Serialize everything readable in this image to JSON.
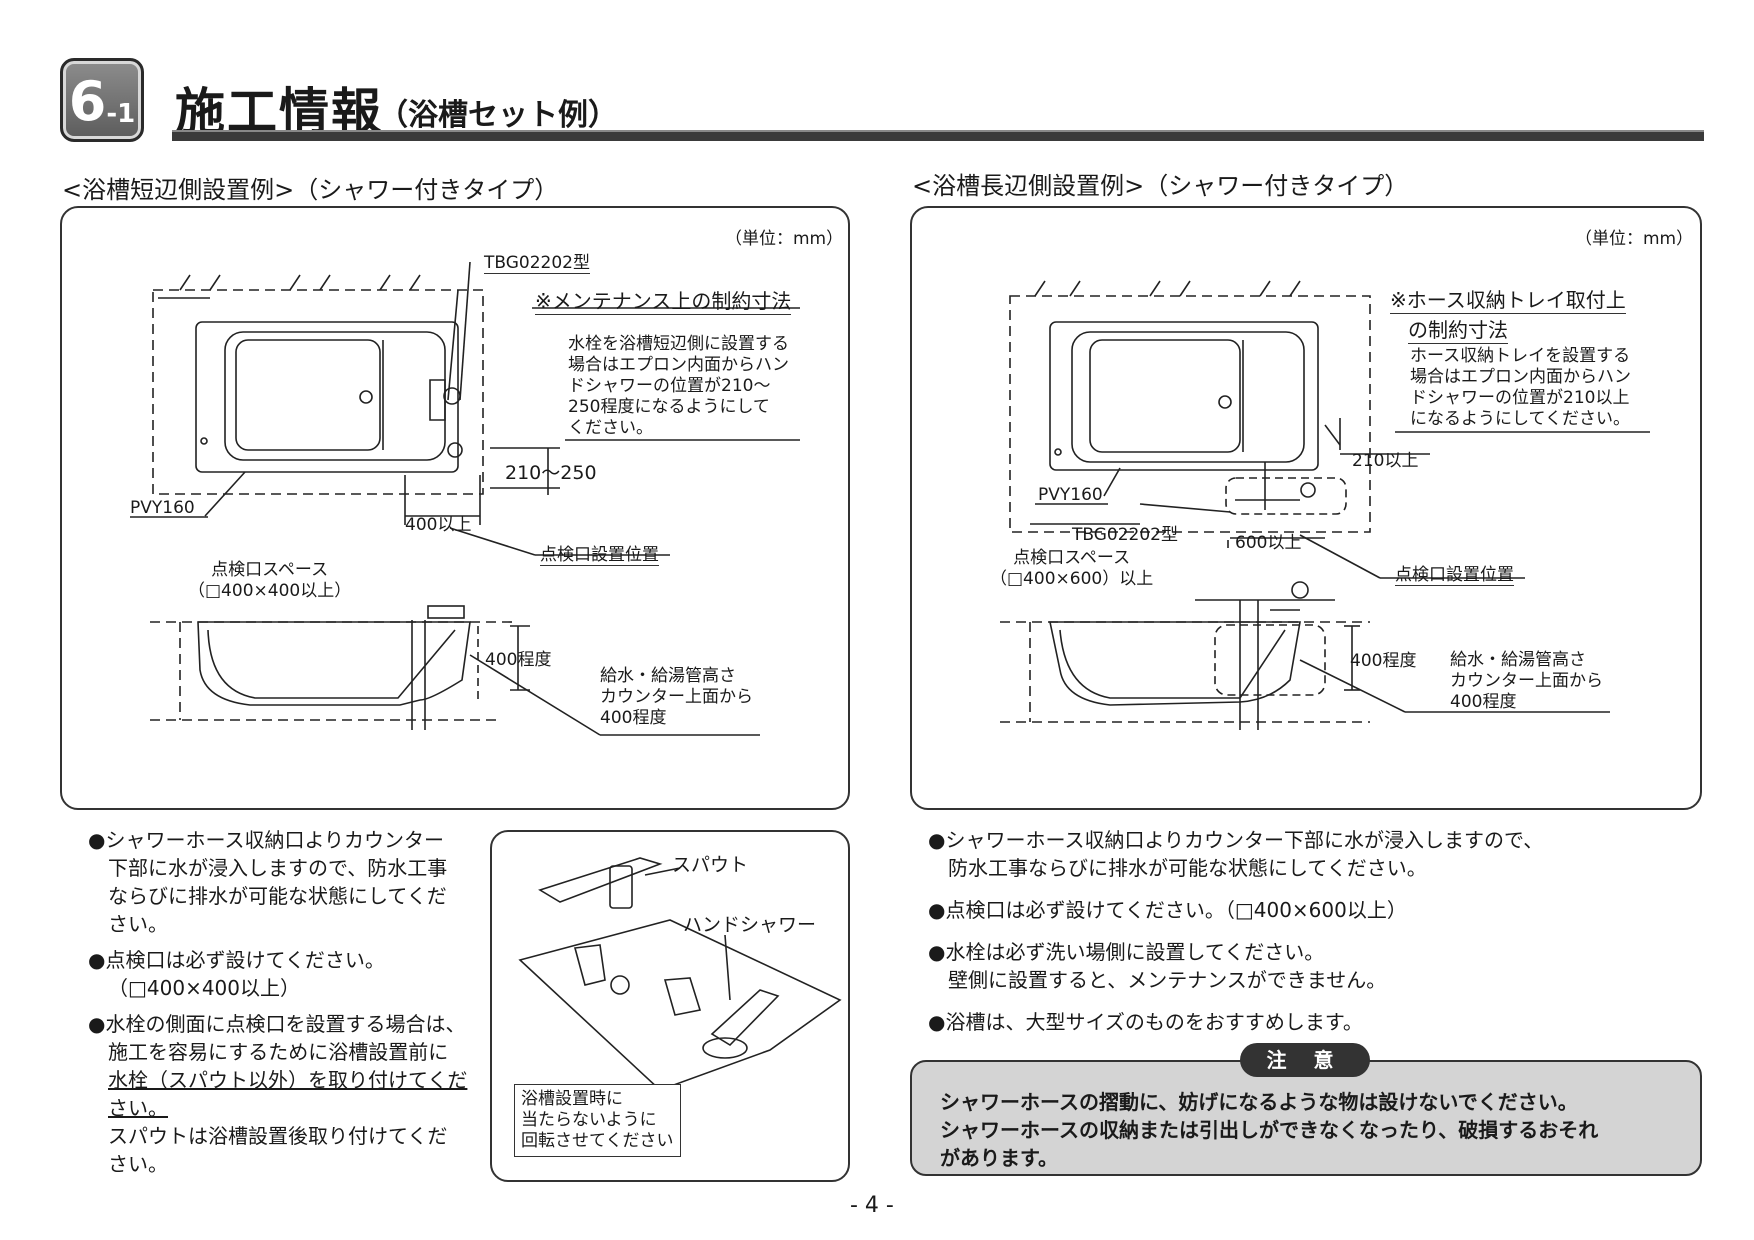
{
  "header": {
    "badge_num": "6",
    "badge_sub": "-1",
    "title": "施工情報",
    "subtitle": "（浴槽セット例）"
  },
  "left": {
    "heading": "<浴槽短辺側設置例>（シャワー付きタイプ）",
    "unit": "（単位：mm）",
    "model": "TBG02202型",
    "maint_title": "※メンテナンス上の制約寸法",
    "maint_note": [
      "水栓を浴槽短辺側に設置する",
      "場合はエプロン内面からハン",
      "ドシャワーの位置が210～",
      "250程度になるようにして",
      "ください。"
    ],
    "dim_210_250": "210～250",
    "tub_model": "PVY160",
    "dim_400": "400以上",
    "inspection_pos": "点検口設置位置",
    "inspection_space": [
      "点検口スペース",
      "（□400×400以上）"
    ],
    "height_400": "400程度",
    "pipe_note": [
      "給水・給湯管高さ",
      "カウンター上面から",
      "400程度"
    ],
    "bullets": [
      {
        "lines": [
          "シャワーホース収納口よりカウンター",
          "下部に水が浸入しますので、防水工事",
          "ならびに排水が可能な状態にしてくだ",
          "さい。"
        ]
      },
      {
        "lines": [
          "点検口は必ず設けてください。",
          "（□400×400以上）"
        ]
      },
      {
        "lines": [
          "水栓の側面に点検口を設置する場合は、",
          "施工を容易にするために浴槽設置前に",
          "水栓（スパウト以外）を取り付けてくだ",
          "さい。",
          "スパウトは浴槽設置後取り付けてくだ",
          "さい。"
        ]
      }
    ]
  },
  "inset": {
    "spout": "スパウト",
    "hand_shower": "ハンドシャワー",
    "rotate_note": [
      "浴槽設置時に",
      "当たらないように",
      "回転させてください"
    ]
  },
  "right": {
    "heading": "<浴槽長辺側設置例>（シャワー付きタイプ）",
    "unit": "（単位：mm）",
    "hose_title": [
      "※ホース収納トレイ取付上",
      "の制約寸法"
    ],
    "hose_note": [
      "ホース収納トレイを設置する",
      "場合はエプロン内面からハン",
      "ドシャワーの位置が210以上",
      "になるようにしてください。"
    ],
    "dim_210": "210以上",
    "tub_model": "PVY160",
    "model": "TBG02202型",
    "dim_600": "600以上",
    "inspection_pos": "点検口設置位置",
    "inspection_space": [
      "点検口スペース",
      "（□400×600）以上"
    ],
    "height_400": "400程度",
    "pipe_note": [
      "給水・給湯管高さ",
      "カウンター上面から",
      "400程度"
    ],
    "bullets": [
      {
        "lines": [
          "シャワーホース収納口よりカウンター下部に水が浸入しますので、",
          "防水工事ならびに排水が可能な状態にしてください。"
        ]
      },
      {
        "lines": [
          "点検口は必ず設けてください。（□400×600以上）"
        ]
      },
      {
        "lines": [
          "水栓は必ず洗い場側に設置してください。",
          "壁側に設置すると、メンテナンスができません。"
        ]
      },
      {
        "lines": [
          "浴槽は、大型サイズのものをおすすめします。"
        ]
      }
    ]
  },
  "caution": {
    "badge": "注 意",
    "lines": [
      "シャワーホースの摺動に、妨げになるような物は設けないでください。",
      "シャワーホースの収納または引出しができなくなったり、破損するおそれ",
      "があります。"
    ]
  },
  "page": "- 4 -"
}
